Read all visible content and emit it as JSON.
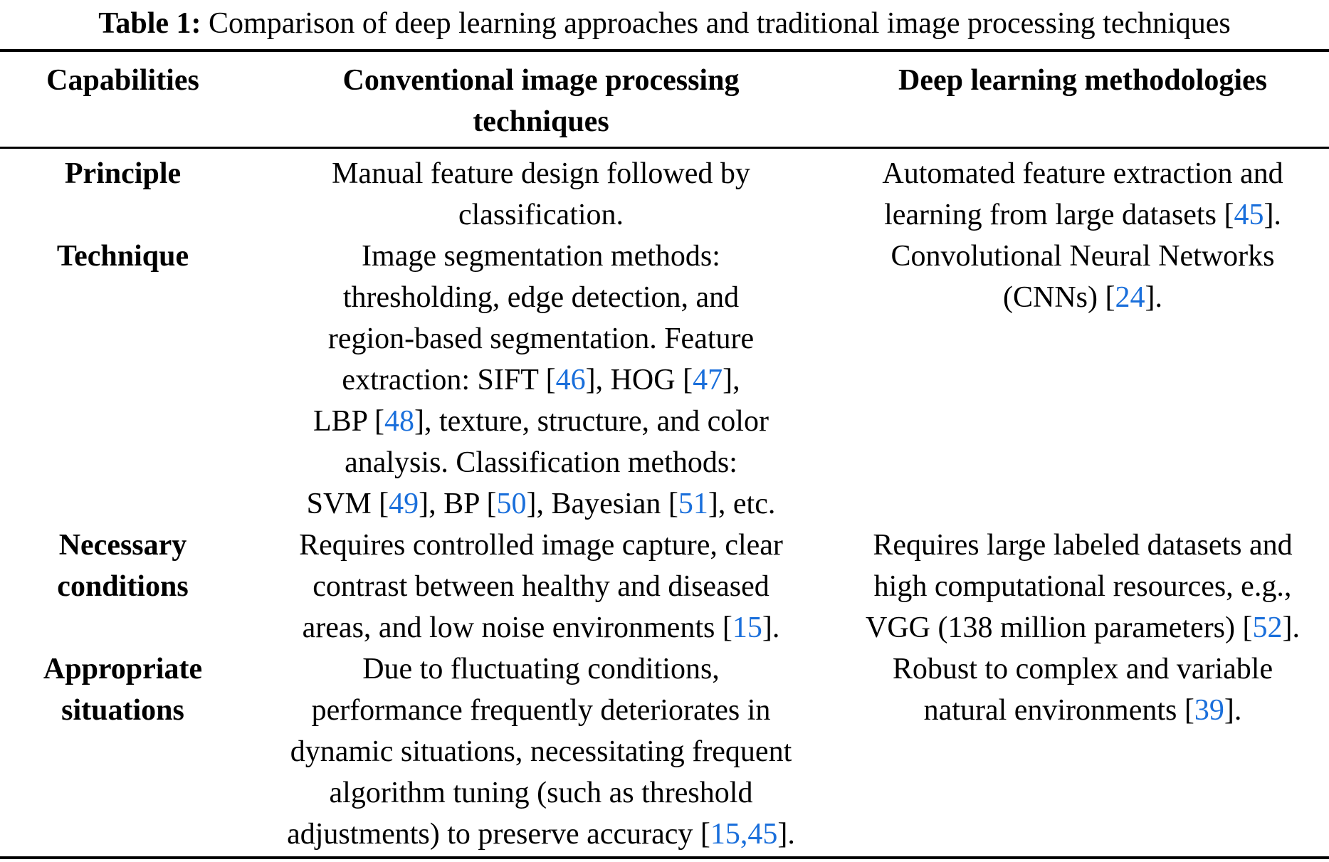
{
  "caption": {
    "label": "Table 1:",
    "text": "Comparison of deep learning approaches and traditional image processing techniques"
  },
  "colors": {
    "text": "#000000",
    "background": "#ffffff",
    "citation_blue": "#1a6fdb"
  },
  "table": {
    "headers": [
      "Capabilities",
      "Conventional image processing\ntechniques",
      "Deep learning methodologies"
    ],
    "rows": [
      {
        "capability": "Principle",
        "conventional": "Manual feature design followed by\nclassification.",
        "deep_learning": "Automated feature extraction and\nlearning from large datasets [45]."
      },
      {
        "capability": "Technique",
        "conventional": "Image segmentation methods:\nthresholding, edge detection, and\nregion-based segmentation. Feature\nextraction: SIFT [46], HOG [47],\nLBP [48], texture, structure, and color\nanalysis. Classification methods:\nSVM [49], BP [50], Bayesian [51], etc.",
        "deep_learning": "Convolutional Neural Networks\n(CNNs) [24]."
      },
      {
        "capability": "Necessary\nconditions",
        "conventional": "Requires controlled image capture, clear\ncontrast between healthy and diseased\nareas, and low noise environments [15].",
        "deep_learning": "Requires large labeled datasets and\nhigh computational resources, e.g.,\nVGG (138 million parameters) [52]."
      },
      {
        "capability": "Appropriate\nsituations",
        "conventional": "Due to fluctuating conditions,\nperformance frequently deteriorates in\ndynamic situations, necessitating frequent\nalgorithm tuning (such as threshold\nadjustments) to preserve accuracy [15,45].",
        "deep_learning": "Robust to complex and variable\nnatural environments [39]."
      }
    ]
  }
}
